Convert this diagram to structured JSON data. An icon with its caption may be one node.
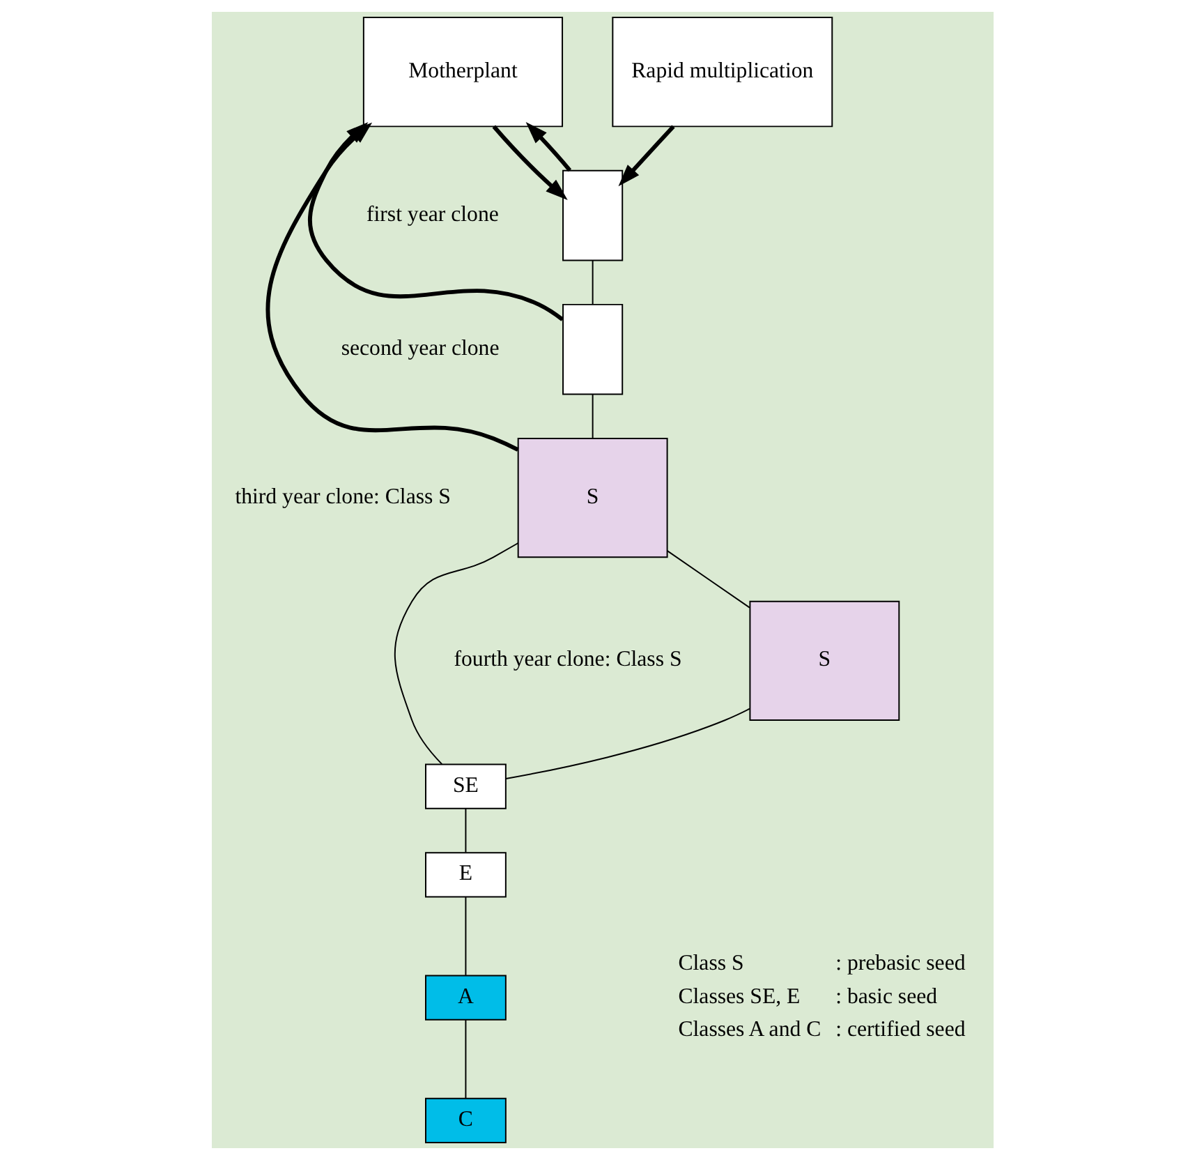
{
  "diagram": {
    "nodes": [
      {
        "text": [
          "Motherplant"
        ]
      },
      {
        "text": [
          "Rapid multiplication"
        ]
      },
      {
        "text": [],
        "shape": "box",
        "beside": [
          "first year clone"
        ]
      },
      {
        "text": [],
        "shape": "box",
        "beside": [
          "second year clone"
        ]
      },
      {
        "text": [
          "S"
        ],
        "beside": [
          "third year clone: Class S"
        ]
      },
      {
        "text": [
          "S"
        ],
        "beside": [
          "fourth year clone: Class S"
        ]
      },
      {
        "text": [
          "SE"
        ]
      },
      {
        "text": [
          "E"
        ]
      },
      {
        "text": [
          "A"
        ]
      },
      {
        "text": [
          "C"
        ]
      }
    ],
    "edges": [
      {
        "from": 0,
        "to": 2,
        "arrow": "to",
        "style": "thick"
      },
      {
        "from": 1,
        "to": 2,
        "arrow": "to",
        "style": "thick"
      },
      {
        "from": 2,
        "to": 0,
        "arrow": "to",
        "style": "thick"
      },
      {
        "from": 3,
        "to": 0,
        "arrow": "to",
        "style": "thick"
      },
      {
        "from": 4,
        "to": 0,
        "arrow": "to",
        "style": "thick"
      },
      {
        "from": 2,
        "to": 3,
        "arrow": "none"
      },
      {
        "from": 3,
        "to": 4,
        "arrow": "none"
      },
      {
        "from": 4,
        "to": 5,
        "arrow": "none"
      },
      {
        "from": 4,
        "to": 6,
        "arrow": "none"
      },
      {
        "from": 5,
        "to": 6,
        "arrow": "none"
      },
      {
        "from": 6,
        "to": 7,
        "arrow": "none"
      },
      {
        "from": 7,
        "to": 8,
        "arrow": "none"
      },
      {
        "from": 8,
        "to": 9,
        "arrow": "none"
      }
    ],
    "labels": [
      "Class S",
      ": prebasic seed",
      "Classes SE, E",
      ": basic seed",
      "Classes A and C",
      ": certified seed"
    ]
  }
}
